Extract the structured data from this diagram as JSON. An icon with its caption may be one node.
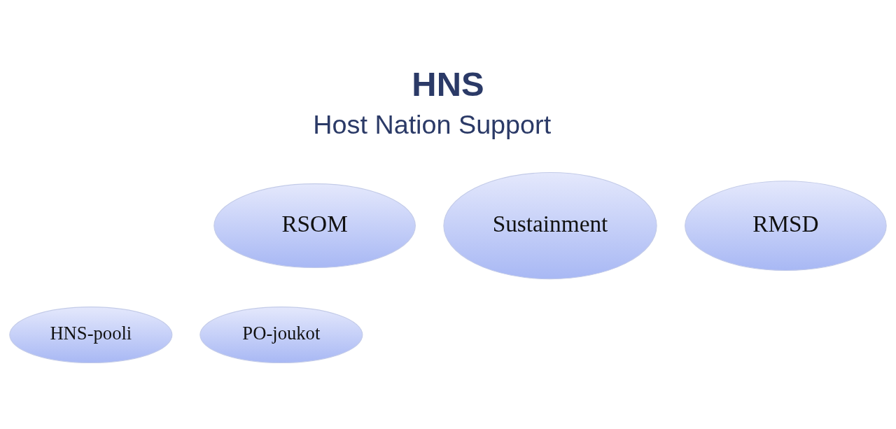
{
  "diagram": {
    "title": "HNS",
    "nodes": [
      {
        "text": [
          "RSOM"
        ]
      },
      {
        "text": [
          "Sustainment"
        ]
      },
      {
        "text": [
          "RMSD"
        ]
      },
      {
        "text": [
          "HNS-pooli"
        ]
      },
      {
        "text": [
          "PO-joukot"
        ]
      }
    ],
    "labels": [
      "Host Nation Support"
    ]
  }
}
